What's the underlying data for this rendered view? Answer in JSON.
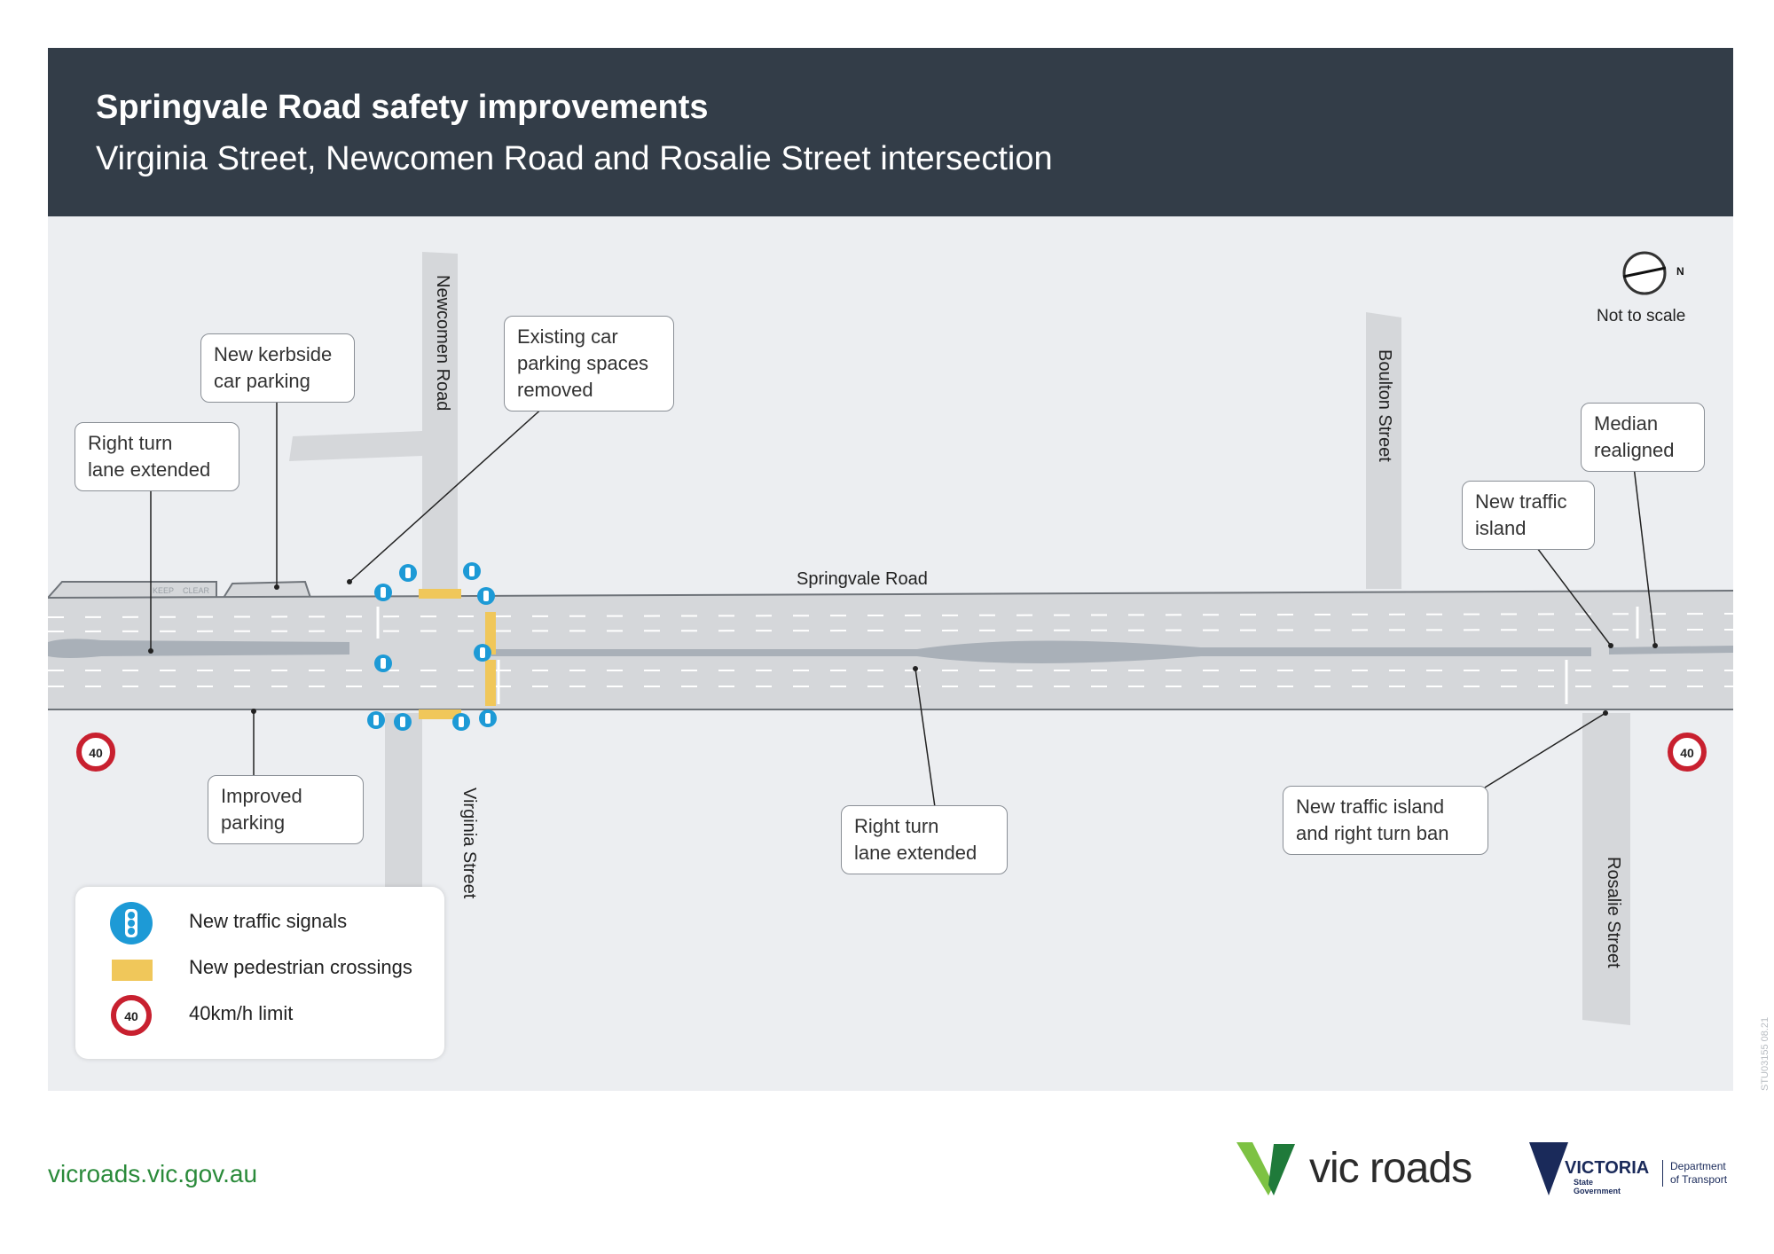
{
  "header": {
    "title": "Springvale Road safety improvements",
    "subtitle": "Virginia Street, Newcomen Road and Rosalie Street intersection"
  },
  "map": {
    "streets": {
      "springvale": "Springvale Road",
      "newcomen": "Newcomen Road",
      "virginia": "Virginia Street",
      "boulton": "Boulton Street",
      "rosalie": "Rosalie Street"
    },
    "compass": {
      "north": "N",
      "scale_note": "Not to scale"
    },
    "speed_sign_value": "40",
    "callouts": [
      {
        "id": "kerbside",
        "text": "New kerbside\ncar parking"
      },
      {
        "id": "right-turn-west",
        "text": "Right turn\nlane extended"
      },
      {
        "id": "existing-parking",
        "text": "Existing car\nparking spaces\nremoved"
      },
      {
        "id": "improved-parking",
        "text": "Improved\nparking"
      },
      {
        "id": "right-turn-mid",
        "text": "Right turn\nlane extended"
      },
      {
        "id": "median",
        "text": "Median\nrealigned"
      },
      {
        "id": "traffic-island",
        "text": "New traffic\nisland"
      },
      {
        "id": "island-ban",
        "text": "New traffic island\nand right turn ban"
      }
    ],
    "road_markings": [
      "KEEP",
      "CLEAR"
    ]
  },
  "legend": {
    "items": [
      {
        "icon": "traffic-signal-icon",
        "label": "New traffic signals"
      },
      {
        "icon": "pedestrian-crossing-icon",
        "label": "New pedestrian crossings"
      },
      {
        "icon": "speed-limit-icon",
        "label": "40km/h limit",
        "value": "40"
      }
    ]
  },
  "footer": {
    "url": "vicroads.vic.gov.au",
    "vicroads_logo": "vic roads",
    "victoria_word": "VICTORIA",
    "victoria_sub": "State\nGovernment",
    "department": "Department\nof Transport",
    "doc_code": "STU03155 08.21"
  },
  "colors": {
    "header_bg": "#333d48",
    "map_bg": "#eceef1",
    "road": "#d5d7da",
    "crossing": "#f0c75a",
    "signal": "#1d9ad6",
    "speed_ring": "#c8202f",
    "url_green": "#2a8a3a"
  }
}
